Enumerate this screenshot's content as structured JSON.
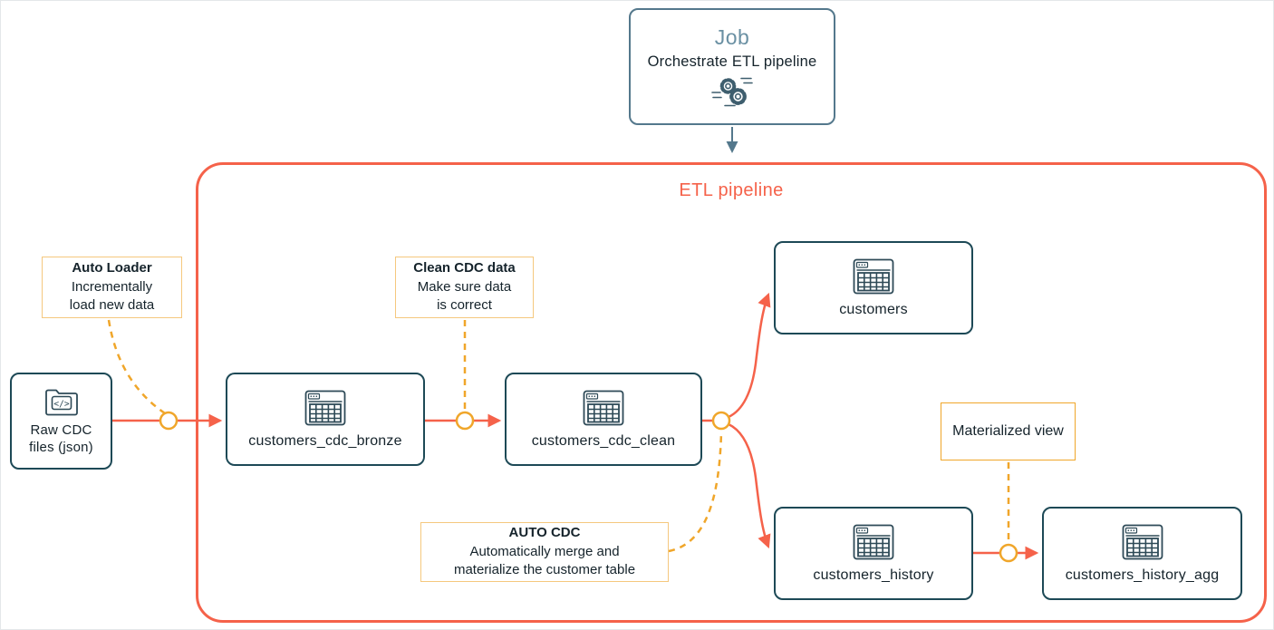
{
  "job": {
    "title": "Job",
    "subtitle": "Orchestrate ETL pipeline",
    "icon": "gears-icon"
  },
  "pipeline": {
    "title": "ETL pipeline"
  },
  "nodes": {
    "source": {
      "line1": "Raw CDC",
      "line2": "files (json)",
      "icon": "folder-code-icon",
      "code_glyph": "</>"
    },
    "bronze": {
      "label": "customers_cdc_bronze",
      "icon": "table-icon"
    },
    "clean": {
      "label": "customers_cdc_clean",
      "icon": "table-icon"
    },
    "customers": {
      "label": "customers",
      "icon": "table-icon"
    },
    "history": {
      "label": "customers_history",
      "icon": "table-icon"
    },
    "history_agg": {
      "label": "customers_history_agg",
      "icon": "table-icon"
    }
  },
  "annotations": {
    "auto_loader": {
      "title": "Auto Loader",
      "line1": "Incrementally",
      "line2": "load new data"
    },
    "clean_cdc": {
      "title": "Clean CDC data",
      "line1": "Make sure data",
      "line2": "is correct"
    },
    "auto_cdc": {
      "title": "AUTO CDC",
      "line1": "Automatically merge and",
      "line2": "materialize the customer table"
    },
    "materialized_view": {
      "label": "Materialized view"
    }
  },
  "colors": {
    "pipeline_red": "#F5624A",
    "junction_amber": "#F0A62A",
    "callout_gold": "#F5C87E",
    "job_slate": "#54788C",
    "node_border_teal": "#1D4956",
    "text_dark": "#15232B"
  }
}
